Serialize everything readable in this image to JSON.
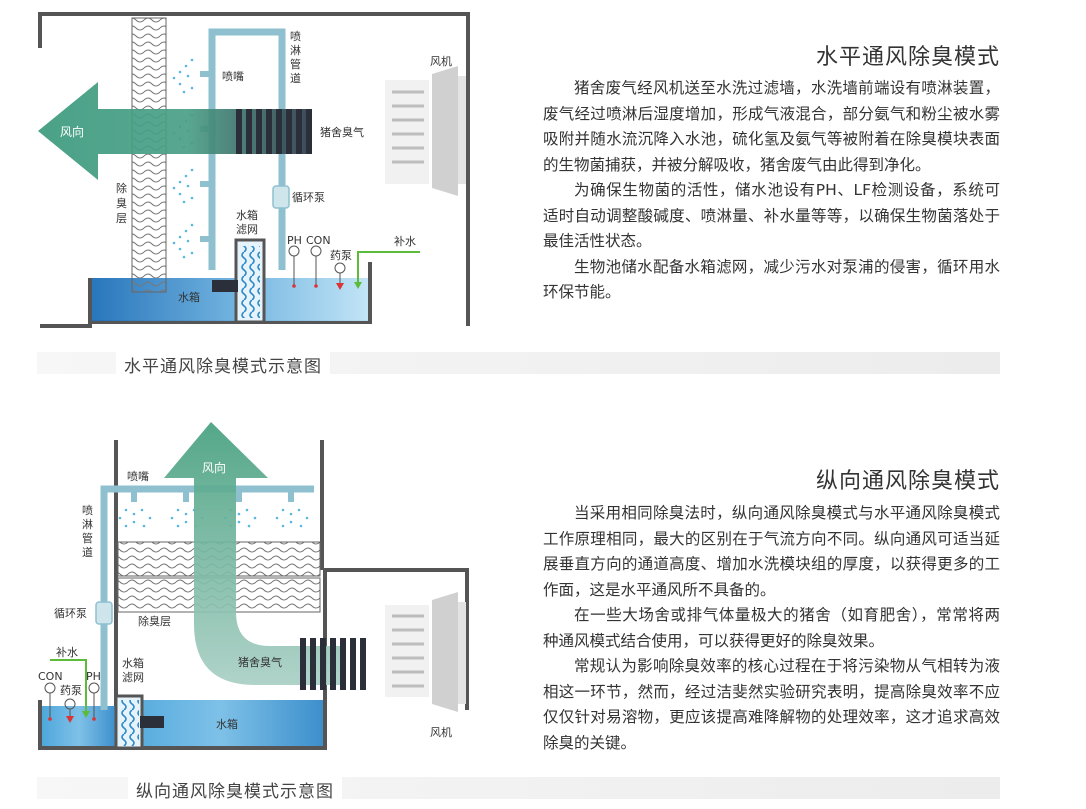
{
  "section1": {
    "title": "水平通风除臭模式",
    "paragraphs": [
      "猪舍废气经风机送至水洗过滤墙，水洗墙前端设有喷淋装置，废气经过喷淋后湿度增加，形成气液混合，部分氨气和粉尘被水雾吸附并随水流沉降入水池，硫化氢及氨气等被附着在除臭模块表面的生物菌捕获，并被分解吸收，猪舍废气由此得到净化。",
      "为确保生物菌的活性，储水池设有PH、LF检测设备，系统可适时自动调整酸碱度、喷淋量、补水量等等，以确保生物菌落处于最佳活性状态。",
      "生物池储水配备水箱滤网，减少污水对泵浦的侵害，循环用水环保节能。"
    ],
    "caption": "水平通风除臭模式示意图",
    "diagram": {
      "wind_label": "风向",
      "nozzle_label": "喷嘴",
      "spray_pipe_label": [
        "喷",
        "淋",
        "管",
        "道"
      ],
      "fan_label": "风机",
      "pig_gas_label": "猪舍臭气",
      "deodor_layer_label": [
        "除",
        "臭",
        "层"
      ],
      "pump_label": "循环泵",
      "filter_label": [
        "水箱",
        "滤网"
      ],
      "ph_label": "PH",
      "con_label": "CON",
      "dosing_label": "药泵",
      "refill_label": "补水",
      "tank_label": "水箱"
    }
  },
  "section2": {
    "title": "纵向通风除臭模式",
    "paragraphs": [
      "当采用相同除臭法时，纵向通风除臭模式与水平通风除臭模式工作原理相同，最大的区别在于气流方向不同。纵向通风可适当延展垂直方向的通道高度、增加水洗模块组的厚度，以获得更多的工作面，这是水平通风所不具备的。",
      "在一些大场舍或排气体量极大的猪舍（如育肥舍），常常将两种通风模式结合使用，可以获得更好的除臭效果。",
      "常规认为影响除臭效率的核心过程在于将污染物从气相转为液相这一环节，然而，经过洁斐然实验研究表明，提高除臭效率不应仅仅针对易溶物，更应该提高难降解物的处理效率，这才追求高效除臭的关键。"
    ],
    "caption": "纵向通风除臭模式示意图",
    "diagram": {
      "wind_label": "风向",
      "nozzle_label": "喷嘴",
      "spray_pipe_label": [
        "喷",
        "淋",
        "管",
        "道"
      ],
      "fan_label": "风机",
      "pig_gas_label": "猪舍臭气",
      "deodor_layer_label": "除臭层",
      "pump_label": "循环泵",
      "filter_label": [
        "水箱",
        "滤网"
      ],
      "ph_label": "PH",
      "con_label": "CON",
      "dosing_label": "药泵",
      "refill_label": "补水",
      "tank_label": "水箱"
    }
  }
}
